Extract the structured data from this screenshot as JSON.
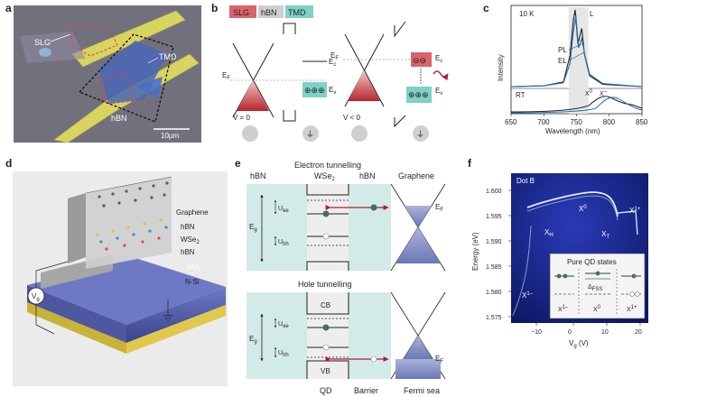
{
  "panels": {
    "a": {
      "letter": "a",
      "labels": {
        "slg": "SLG",
        "tmd": "TMD",
        "hbn": "hBN"
      },
      "scalebar": "10µm"
    },
    "b": {
      "letter": "b",
      "legend": [
        "SLG",
        "hBN",
        "TMD"
      ],
      "legend_colors": [
        "#d9646a",
        "#cfcfcf",
        "#7fd0c6"
      ],
      "ec": "E",
      "ec_sub": "c",
      "ev": "E",
      "ev_sub": "v",
      "ef": "E",
      "ef_sub": "F",
      "v0": "V = 0",
      "vneg": "V < 0"
    },
    "c": {
      "letter": "c",
      "temp": "10 K",
      "peak": "L",
      "pl": "PL",
      "el": "EL",
      "ylabel": "Intensity",
      "rt": "RT",
      "x0": "X",
      "x0_sup": "0",
      "xm": "X",
      "xm_sup": "–",
      "xlabel": "Wavelength (nm)",
      "xticks": [
        "650",
        "700",
        "750",
        "800",
        "850"
      ]
    },
    "d": {
      "letter": "d",
      "layers": [
        {
          "name": "Graphene"
        },
        {
          "name": "hBN"
        },
        {
          "name": "WSe",
          "sub": "2"
        },
        {
          "name": "hBN"
        },
        {
          "name": "SiO",
          "sub": "2"
        },
        {
          "name": "N-Si"
        }
      ],
      "vg": "V",
      "vg_sub": "g"
    },
    "e": {
      "letter": "e",
      "title_top": "Electron tunnelling",
      "title_bottom": "Hole tunnelling",
      "col_hbn": "hBN",
      "col_wse": "WSe",
      "col_wse_sub": "2",
      "col_hbn2": "hBN",
      "col_graphene": "Graphene",
      "uee": "U",
      "uee_sub": "ee",
      "uhh": "U",
      "uhh_sub": "hh",
      "eg": "E",
      "eg_sub": "g",
      "ef": "E",
      "ef_sub": "F",
      "cb": "CB",
      "vb": "VB",
      "bottom": [
        "QD",
        "Barrier",
        "Fermi sea"
      ]
    },
    "f": {
      "letter": "f",
      "title": "Dot B",
      "ylabel": "Energy (eV)",
      "yticks": [
        "1.600",
        "1.595",
        "1.590",
        "1.585",
        "1.580",
        "1.575"
      ],
      "xlabel": "V",
      "xlabel_sub": "g",
      "xlabel_unit": " (V)",
      "xticks": [
        "−10",
        "0",
        "10",
        "20"
      ],
      "inset_title": "Pure QD states",
      "fss": "Δ",
      "fss_sub": "FSS",
      "labels": {
        "x0": "X",
        "x0_sup": "0",
        "xh": "X",
        "xh_sub": "H",
        "xt": "X",
        "xt_sub": "T",
        "x1p": "X",
        "x1p_sup": "1+",
        "x1m": "X",
        "x1m_sup": "1–"
      },
      "inset_bottom": [
        "X",
        "1–",
        "X",
        "0",
        "X",
        "1+"
      ]
    }
  },
  "chart_data": {
    "type": "line",
    "title": "",
    "xlabel": "Wavelength (nm)",
    "ylabel": "Intensity",
    "xlim": [
      650,
      850
    ],
    "annotations": [
      "10 K",
      "L",
      "PL",
      "EL",
      "RT",
      "X0",
      "X–"
    ],
    "series": [
      {
        "name": "PL",
        "x": [
          650,
          700,
          730,
          740,
          745,
          748,
          752,
          758,
          762,
          770,
          790,
          850
        ],
        "y": [
          0.0,
          0.01,
          0.06,
          0.4,
          0.85,
          0.99,
          0.55,
          0.75,
          0.42,
          0.14,
          0.03,
          0.0
        ]
      },
      {
        "name": "EL",
        "x": [
          650,
          700,
          730,
          740,
          745,
          749,
          753,
          758,
          763,
          770,
          790,
          850
        ],
        "y": [
          0.0,
          0.01,
          0.05,
          0.3,
          0.7,
          0.92,
          0.5,
          0.62,
          0.4,
          0.16,
          0.04,
          0.0
        ]
      }
    ]
  }
}
